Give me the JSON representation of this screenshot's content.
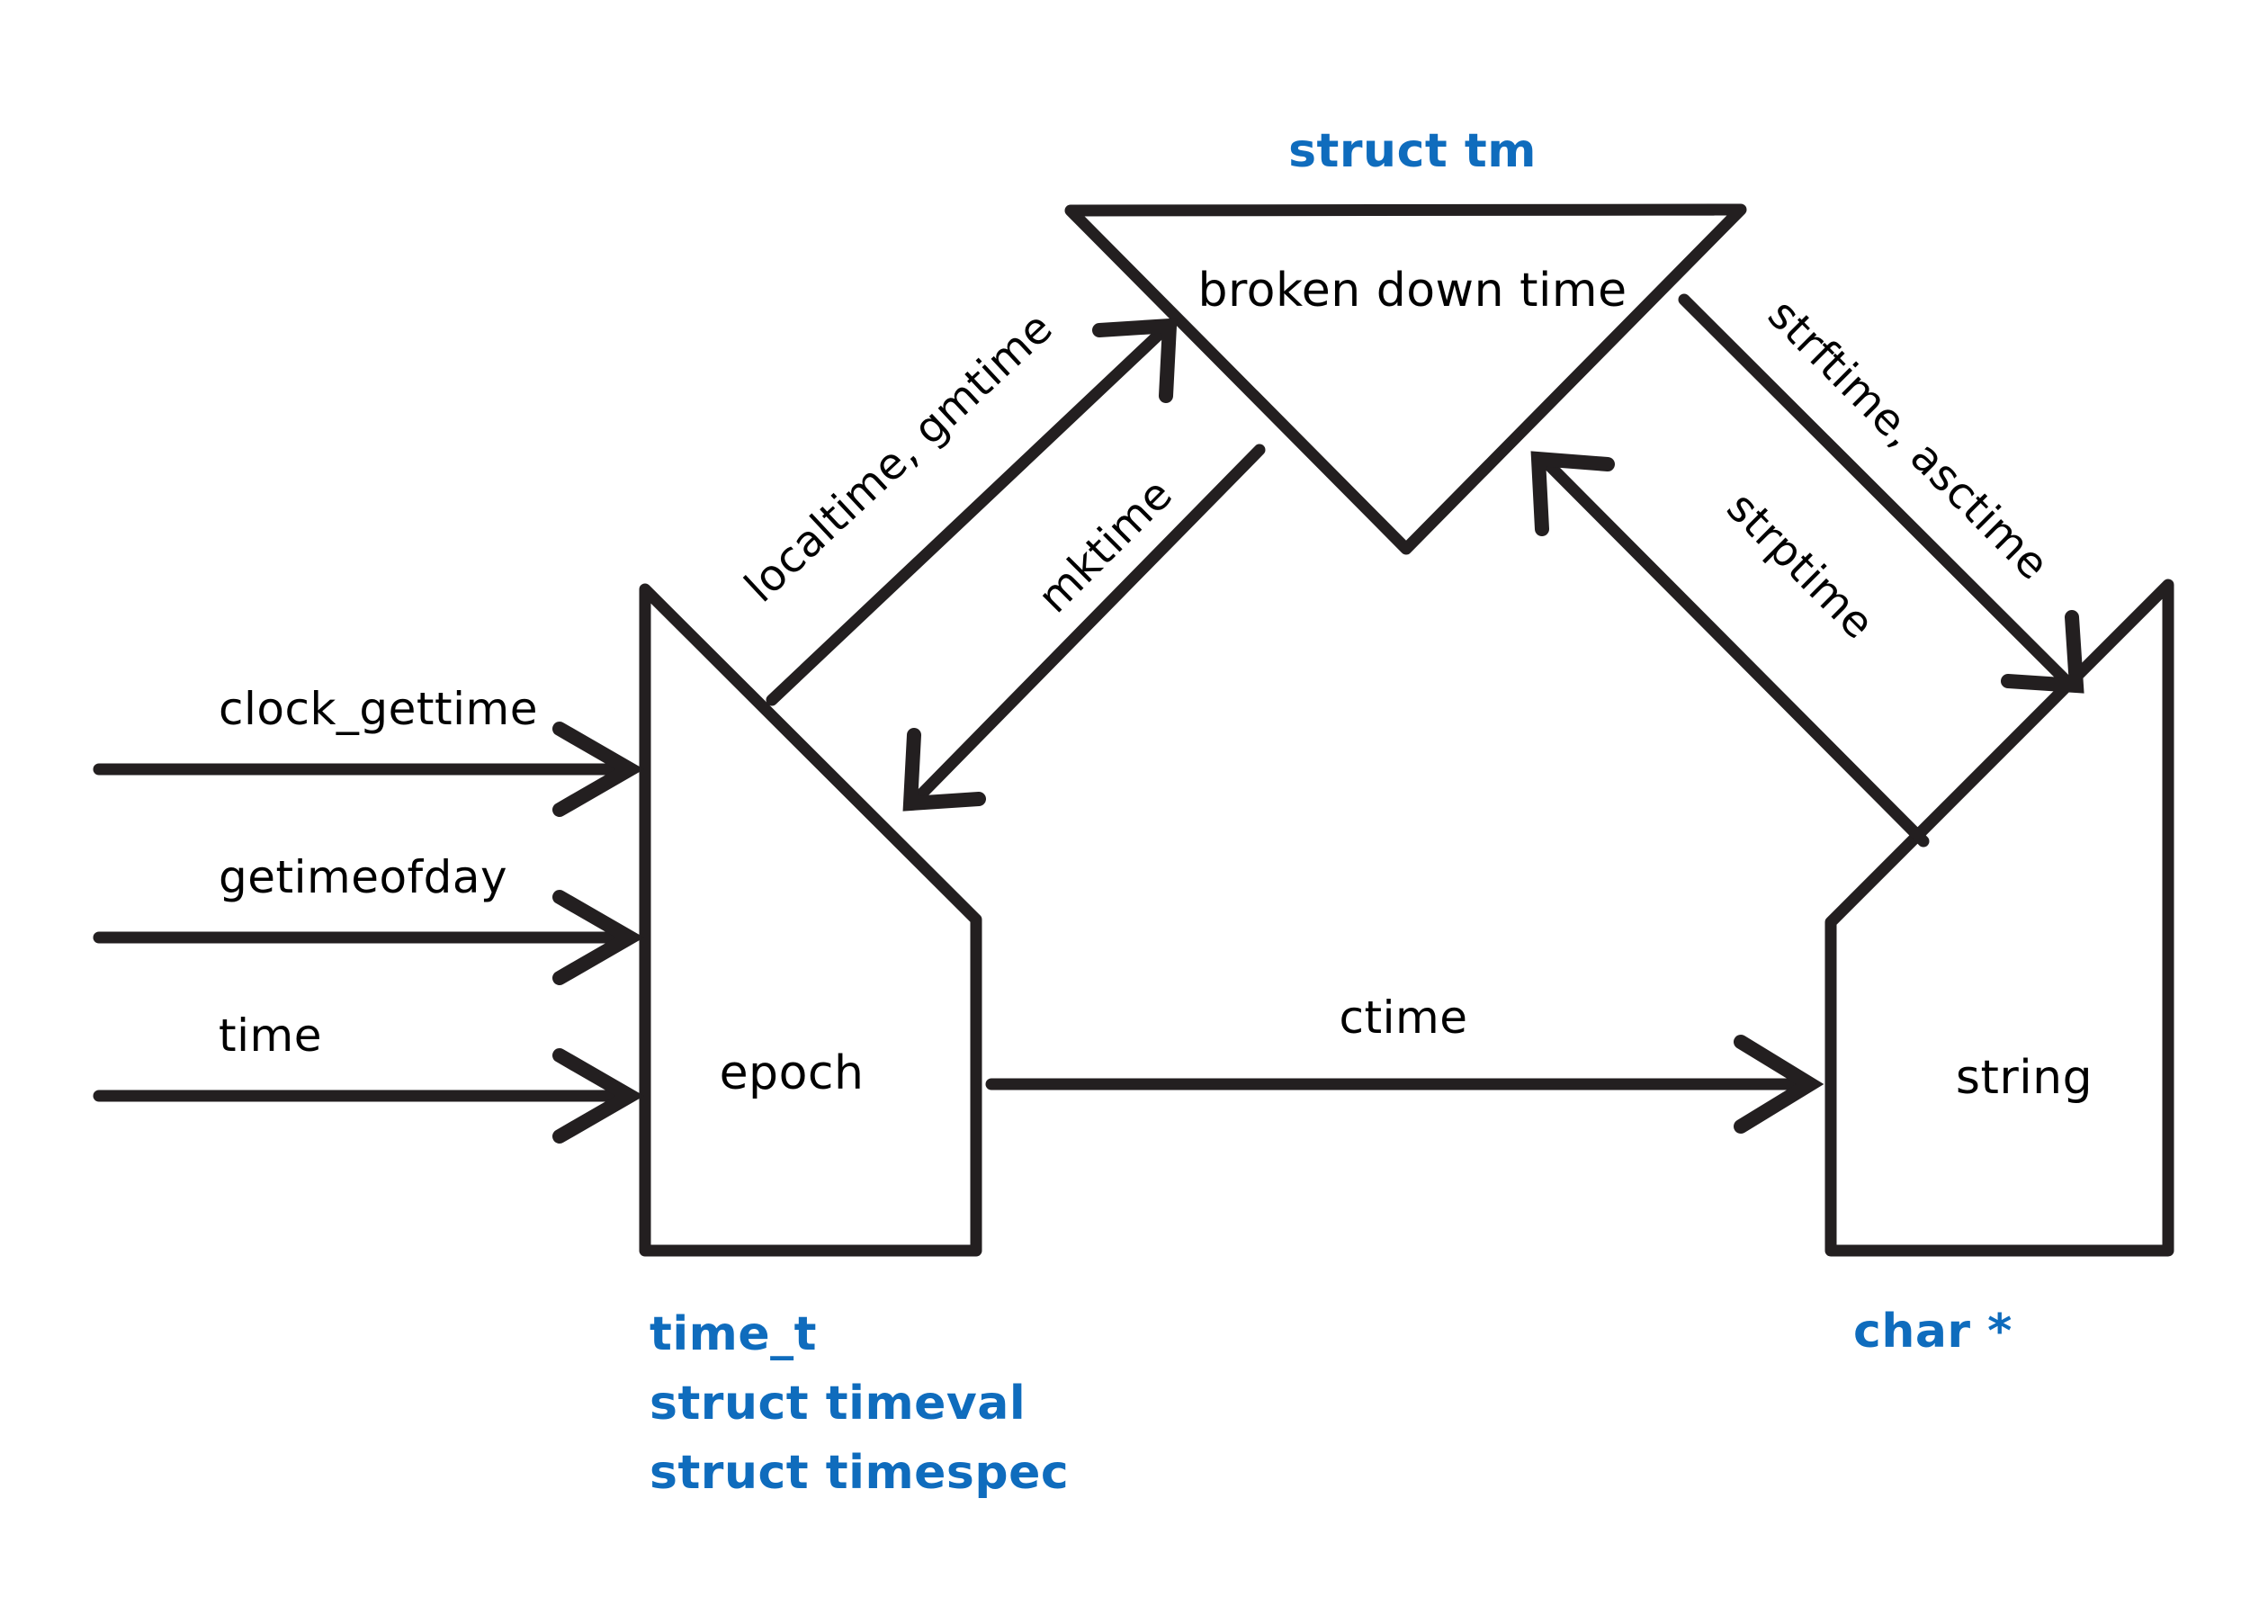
{
  "diagram": {
    "title_hidden": "",
    "accent_color": "#0f6cbd",
    "ink_color": "#231f20",
    "background": "#ffffff",
    "nodes": [
      {
        "id": "epoch",
        "label": "epoch",
        "type_label": "time_t\nstruct timeval\nstruct timespec"
      },
      {
        "id": "broken-down-time",
        "label": "broken down time",
        "type_label": "struct tm"
      },
      {
        "id": "string",
        "label": "string",
        "type_label": "char *"
      }
    ],
    "node_labels": {
      "epoch": "epoch",
      "broken_down_time": "broken down time",
      "string": "string"
    },
    "type_labels": {
      "struct_tm": "struct tm",
      "time_t": "time_t",
      "struct_timeval": "struct timeval",
      "struct_timespec": "struct timespec",
      "char_ptr": "char *"
    },
    "edges": [
      {
        "id": "clock_gettime",
        "label": "clock_gettime",
        "from": "external",
        "to": "epoch",
        "direction": "right"
      },
      {
        "id": "getimeofday",
        "label": "getimeofday",
        "from": "external",
        "to": "epoch",
        "direction": "right"
      },
      {
        "id": "time",
        "label": "time",
        "from": "external",
        "to": "epoch",
        "direction": "right"
      },
      {
        "id": "localtime_gmtime",
        "label": "localtime, gmtime",
        "from": "epoch",
        "to": "broken-down-time",
        "direction": "up-right"
      },
      {
        "id": "mktime",
        "label": "mktime",
        "from": "broken-down-time",
        "to": "epoch",
        "direction": "down-left"
      },
      {
        "id": "strftime_asctime",
        "label": "strftime, asctime",
        "from": "broken-down-time",
        "to": "string",
        "direction": "down-right"
      },
      {
        "id": "strptime",
        "label": "strptime",
        "from": "string",
        "to": "broken-down-time",
        "direction": "up-left"
      },
      {
        "id": "ctime",
        "label": "ctime",
        "from": "epoch",
        "to": "string",
        "direction": "right"
      }
    ]
  }
}
